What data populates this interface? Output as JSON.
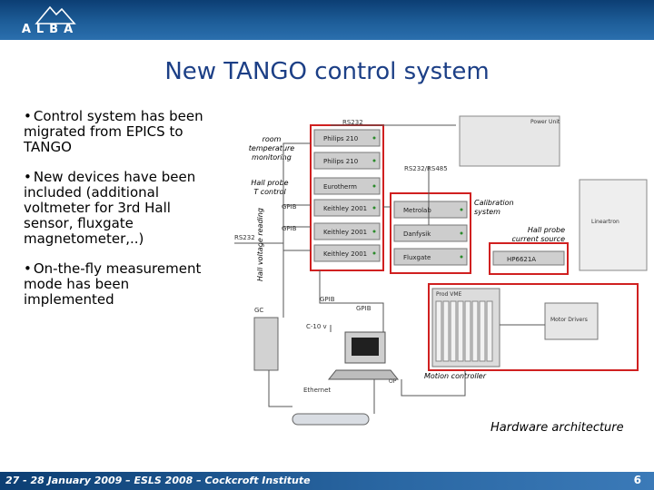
{
  "header": {
    "logo_text": "ALBA"
  },
  "title": "New TANGO control system",
  "bullets": [
    {
      "marker": "•",
      "text": "Control system has been migrated from EPICS to TANGO"
    },
    {
      "marker": "•",
      "text": "New devices have been included (additional voltmeter for 3rd Hall sensor, fluxgate magnetometer,..)"
    },
    {
      "marker": "•",
      "text": "On-the-fly measurement mode has been implemented"
    }
  ],
  "diagram": {
    "annotations": {
      "room_temp": [
        "room",
        "temperature",
        "monitoring"
      ],
      "hall_probe_t": [
        "Hall probe",
        "T control"
      ],
      "hall_voltage": "Hall voltage reading",
      "calibration": [
        "Calibration",
        "system"
      ],
      "hall_current": [
        "Hall probe",
        "current source"
      ],
      "motion_controller": "Motion controller"
    },
    "left_devices": [
      "Philips 210",
      "Philips 210",
      "Eurotherm",
      "Keithley 2001",
      "Keithley 2001",
      "Keithley 2001"
    ],
    "right_devices": [
      "Metrolab",
      "Danfysik",
      "Fluxgate"
    ],
    "current_source": "HP6621A",
    "bus_labels": [
      "RS232",
      "RS232",
      "GPIB",
      "GPIB",
      "GPIB",
      "GPIB",
      "RS232/RS485",
      "Ethernet",
      "C-10 v",
      "GC"
    ],
    "other_labels": [
      "Power Unit",
      "Lineartron",
      "Prod VME",
      "Motor Drivers",
      "OP"
    ]
  },
  "caption": "Hardware architecture",
  "footer": {
    "text": "27 - 28 January 2009 – ESLS 2008 – Cockcroft Institute",
    "page": "6"
  }
}
